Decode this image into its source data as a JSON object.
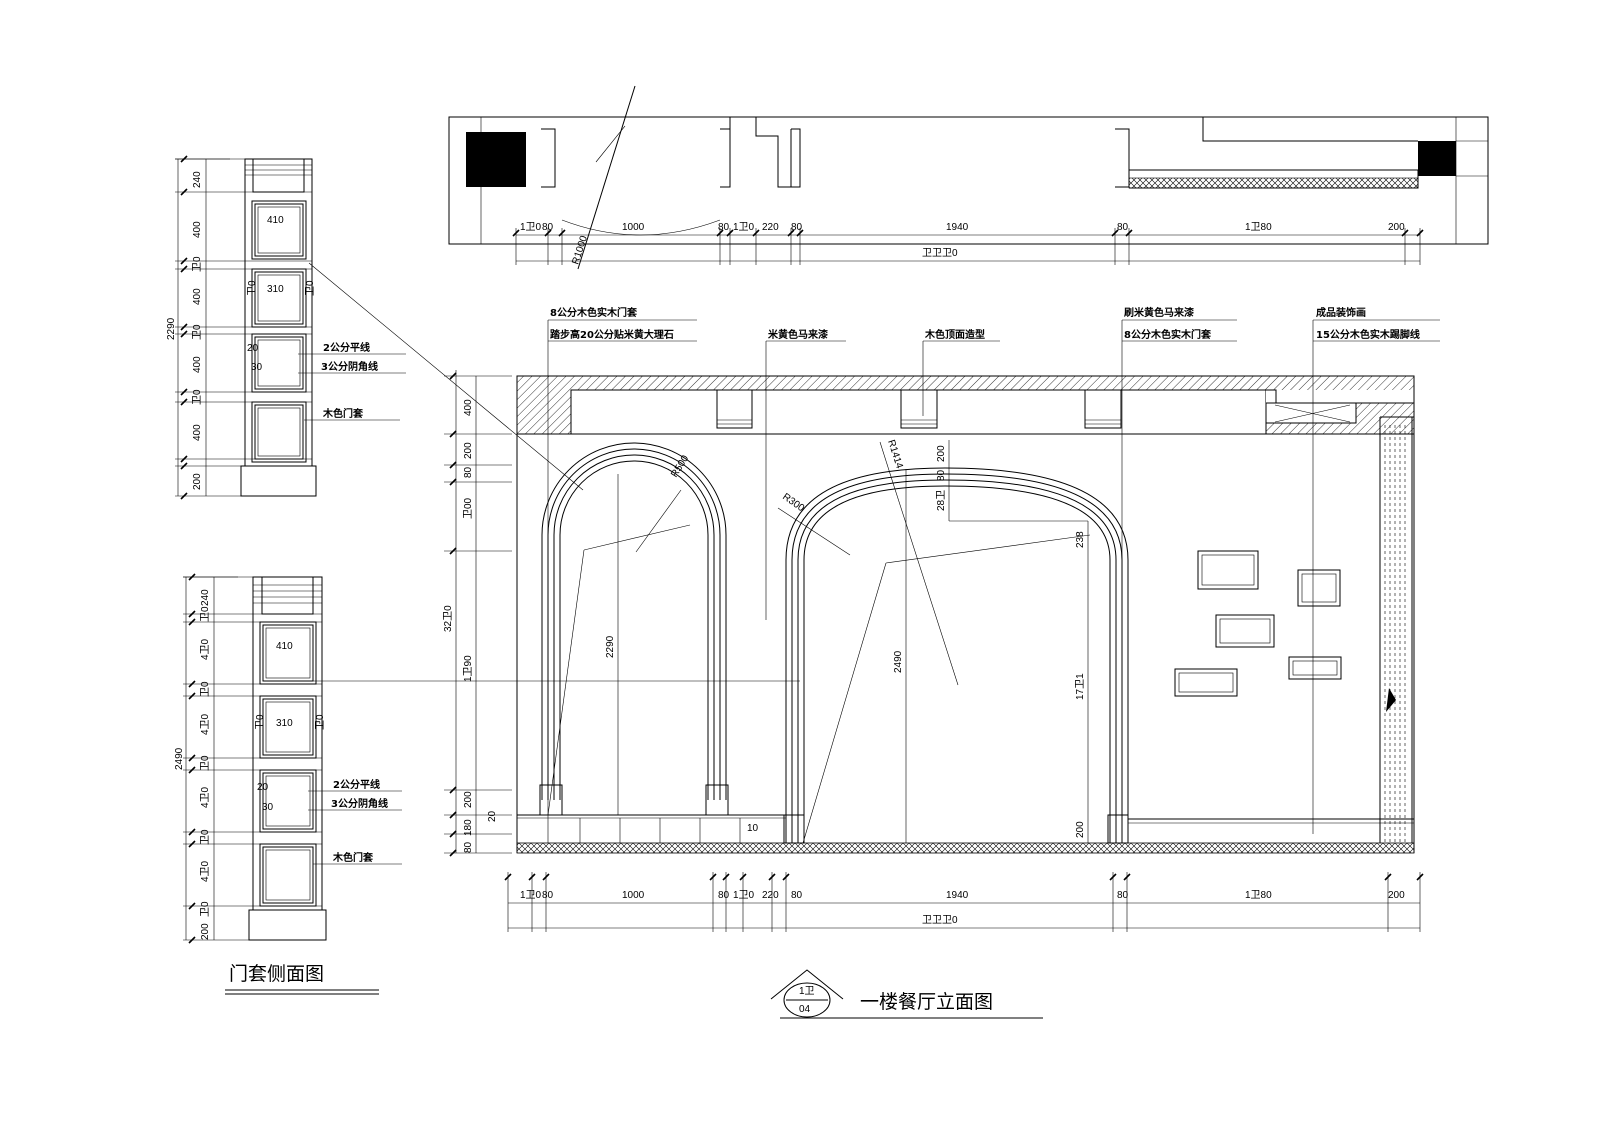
{
  "titles": {
    "side_view": "门套侧面图",
    "elevation": "一楼餐厅立面图",
    "marker_top": "1卫",
    "marker_bottom": "04"
  },
  "plan": {
    "dims": [
      "1卫0",
      "80",
      "1000",
      "80",
      "1卫0",
      "220",
      "80",
      "1940",
      "80",
      "1卫80",
      "200"
    ],
    "total": "卫卫卫0",
    "radius": "R1000"
  },
  "elevation": {
    "annotations": [
      "8公分木色实木门套",
      "踏步高20公分贴米黄大理石",
      "米黄色马来漆",
      "木色顶面造型",
      "刷米黄色马来漆",
      "8公分木色实木门套",
      "成品装饰画",
      "15公分木色实木踢脚线"
    ],
    "left_dims": [
      "400",
      "200",
      "80",
      "卫00",
      "1卫90",
      "200",
      "180",
      "80"
    ],
    "total_height": "32卫0",
    "arch_labels": [
      "R500",
      "R300",
      "R1414"
    ],
    "inner_dims": [
      "2290",
      "2490",
      "200",
      "80",
      "28卫",
      "238",
      "17卫1",
      "200",
      "20",
      "10"
    ],
    "bottom_dims": [
      "1卫0",
      "80",
      "1000",
      "80",
      "1卫0",
      "220",
      "80",
      "1940",
      "80",
      "1卫80",
      "200"
    ],
    "bottom_total": "卫卫卫0"
  },
  "side_top": {
    "dims": [
      "240",
      "400",
      "卫0",
      "400",
      "卫0",
      "400",
      "卫0",
      "400",
      "200"
    ],
    "total": "2290",
    "panel_widths": [
      "410",
      "310"
    ],
    "small_dims": [
      "卫0",
      "卫0",
      "20",
      "30"
    ],
    "callouts": [
      "2公分平线",
      "3公分阴角线",
      "木色门套"
    ]
  },
  "side_bottom": {
    "dims": [
      "240",
      "卫0",
      "4卫0",
      "卫0",
      "4卫0",
      "卫0",
      "4卫0",
      "卫0",
      "4卫0",
      "卫0",
      "200"
    ],
    "total": "2490",
    "panel_widths": [
      "410",
      "310"
    ],
    "small_dims": [
      "卫0",
      "卫0",
      "20",
      "30"
    ],
    "callouts": [
      "2公分平线",
      "3公分阴角线",
      "木色门套"
    ]
  }
}
